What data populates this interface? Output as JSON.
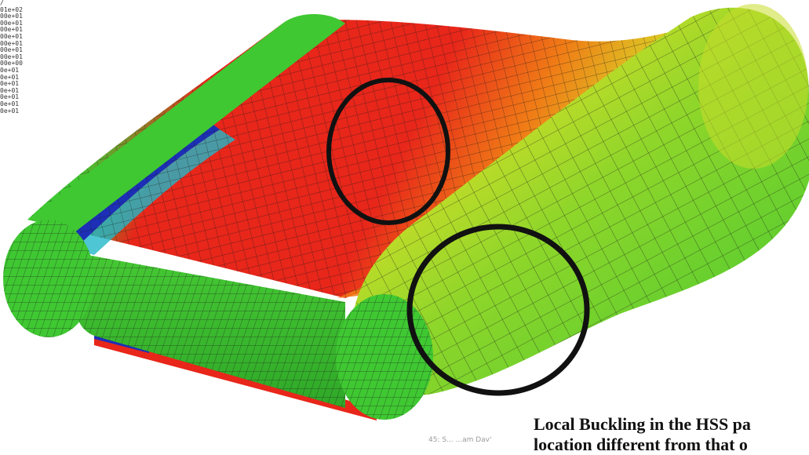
{
  "legend": {
    "partial_header": "/",
    "labels": [
      "01e+02",
      "00e+01",
      "00e+01",
      "00e+01",
      "00e+01",
      "00e+01",
      "00e+01",
      "00e+01",
      "00e+00",
      "0e+01",
      "0e+01",
      "0e+01",
      "0e+01",
      "0e+01",
      "0e+01",
      "0e+01"
    ]
  },
  "caption": {
    "line1": "Local Buckling in the HSS pa",
    "line2": "location different from that o"
  },
  "watermark": "45: S... ...am Dav'",
  "colors": {
    "red": "#e8261a",
    "orange": "#f07d16",
    "yellow": "#d6de28",
    "green": "#3fc832",
    "green_dark": "#2fa828",
    "blue": "#1c2fb6",
    "cyan": "#22b8c8",
    "outline": "#111111"
  },
  "icons": [
    "buckling-circle-top",
    "buckling-circle-bottom"
  ]
}
